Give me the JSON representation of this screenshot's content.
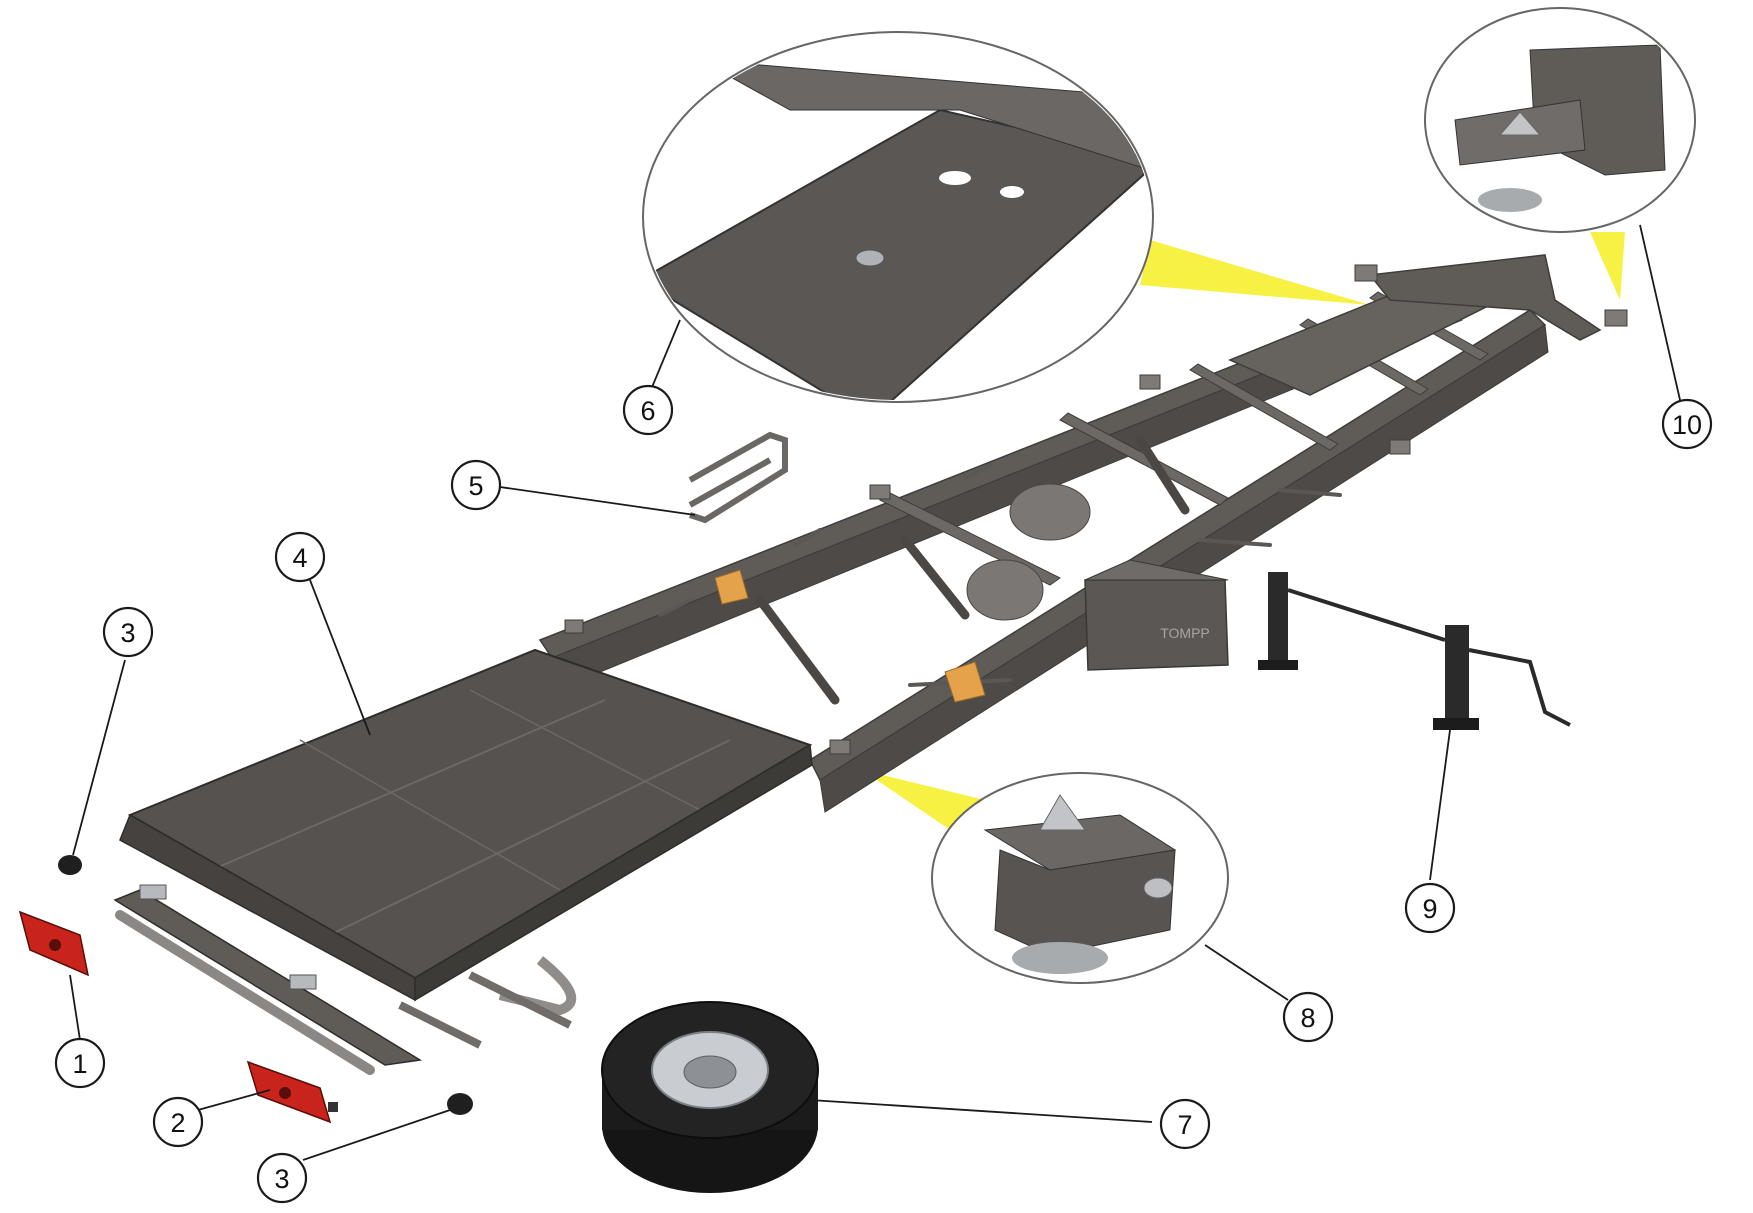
{
  "colors": {
    "frame": "#5f5c58",
    "frame_dark": "#3f3d3a",
    "frame_light": "#8a8784",
    "deck": "#55524f",
    "deck_light": "#6c6965",
    "highlight_beam": "#f4ef22",
    "lamp_red": "#c8241c",
    "orange_block": "#e4a24a",
    "tire": "#1b1b1b",
    "rim": "#c9cdd2"
  },
  "callouts": [
    {
      "id": "c1",
      "label": "1"
    },
    {
      "id": "c2",
      "label": "2"
    },
    {
      "id": "c3a",
      "label": "3"
    },
    {
      "id": "c3b",
      "label": "3"
    },
    {
      "id": "c4",
      "label": "4"
    },
    {
      "id": "c5",
      "label": "5"
    },
    {
      "id": "c6",
      "label": "6"
    },
    {
      "id": "c7",
      "label": "7"
    },
    {
      "id": "c8",
      "label": "8"
    },
    {
      "id": "c9",
      "label": "9"
    },
    {
      "id": "c10",
      "label": "10"
    }
  ],
  "box_lettering": "TOMPP"
}
